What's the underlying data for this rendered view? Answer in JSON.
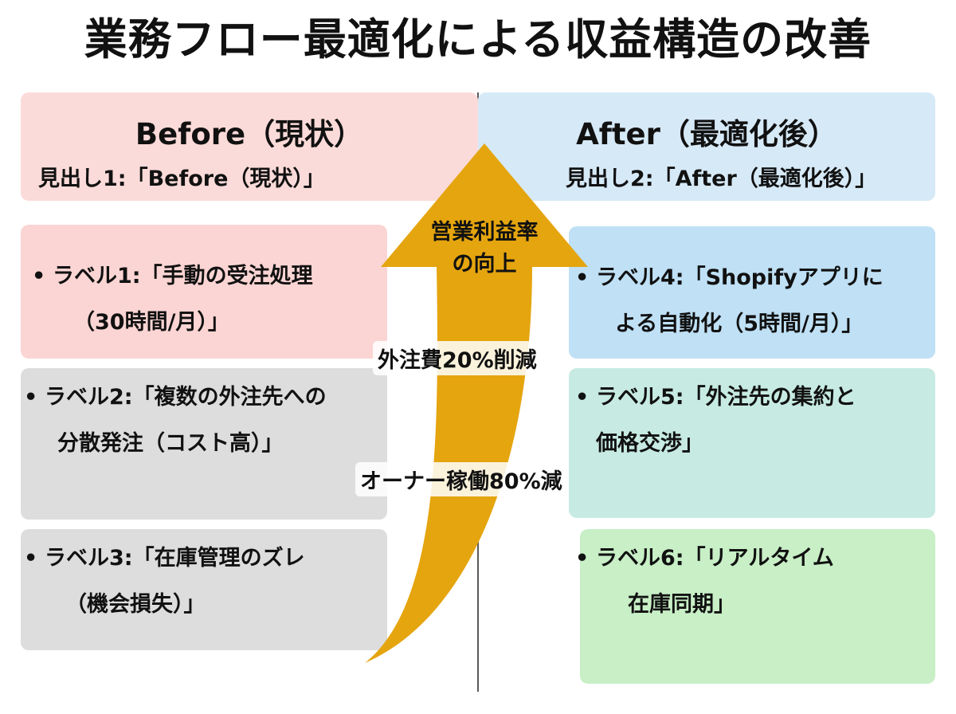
{
  "title": "業務フロー最適化による収益構造の改善",
  "before": {
    "heading": "Before（現状）",
    "subheading": "見出し1:「Before（現状）」",
    "items": [
      {
        "line1": "ラベル1:「手動の受注処理",
        "line2": "（30時間/月）」"
      },
      {
        "line1": "ラベル2:「複数の外注先への",
        "line2": "分散発注（コスト高）」"
      },
      {
        "line1": "ラベル3:「在庫管理のズレ",
        "line2": "（機会損失）」"
      }
    ]
  },
  "after": {
    "heading": "After（最適化後）",
    "subheading": "見出し2:「After（最適化後）」",
    "items": [
      {
        "line1": "ラベル4:「Shopifyアプリに",
        "line2": "よる自動化（5時間/月）」"
      },
      {
        "line1": "ラベル5:「外注先の集約と",
        "line2": "価格交渉」"
      },
      {
        "line1": "ラベル6:「リアルタイム",
        "line2": "在庫同期」"
      }
    ]
  },
  "bullet_glyph": "•",
  "arrow": {
    "label_line1": "営業利益率",
    "label_line2": "の向上",
    "color": "#e5a50f"
  },
  "tags": {
    "cost_reduction": "外注費20%削減",
    "owner_reduction": "オーナー稼働80%減"
  }
}
